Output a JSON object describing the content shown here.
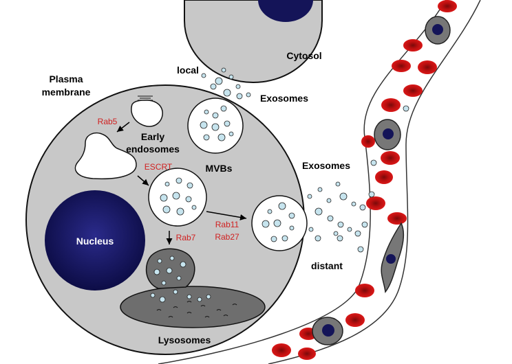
{
  "labels": {
    "cytosol": "Cytosol",
    "local": "local",
    "exosomes_top": "Exosomes",
    "plasma_membrane_1": "Plasma",
    "plasma_membrane_2": "membrane",
    "early_endosomes_1": "Early",
    "early_endosomes_2": "endosomes",
    "mvbs": "MVBs",
    "exosomes_right": "Exosomes",
    "nucleus": "Nucleus",
    "distant": "distant",
    "lysosomes": "Lysosomes"
  },
  "proteins": {
    "rab5": "Rab5",
    "escrt": "ESCRT",
    "rab7": "Rab7",
    "rab11": "Rab11",
    "rab27": "Rab27"
  },
  "colors": {
    "cell_fill": "#c8c8c8",
    "nucleus_fill": "#141458",
    "exosome_fill": "#c6e4ee",
    "red_blood_cell": "#cc1111",
    "lysosome_fill": "#6e6e6e",
    "annotation_red": "#d02020"
  }
}
